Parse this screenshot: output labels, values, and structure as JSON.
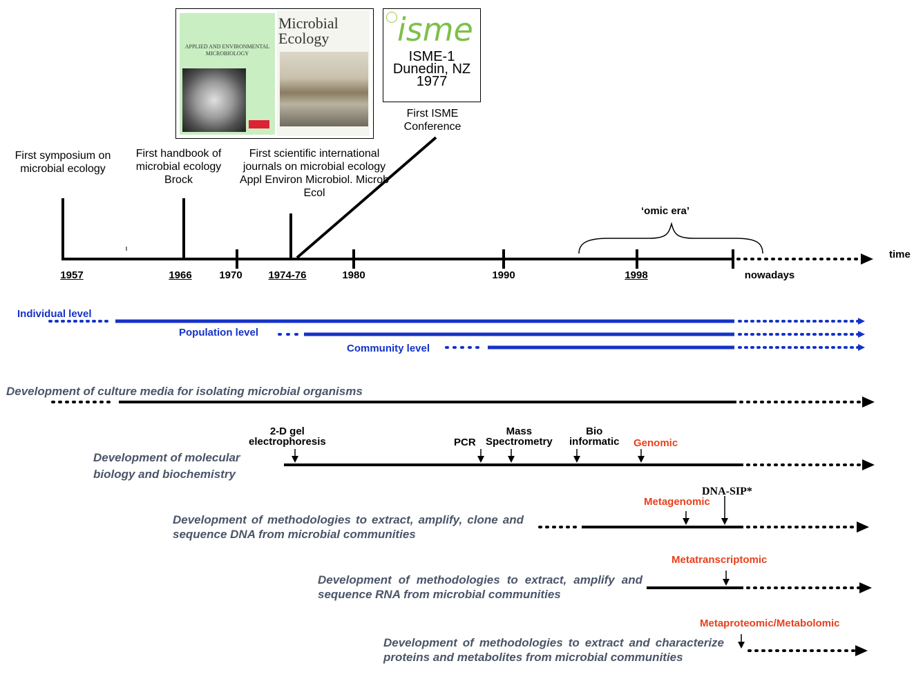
{
  "timeline": {
    "axis_label": "time",
    "ticks": [
      {
        "label": "1957",
        "underline": true
      },
      {
        "label": "1966",
        "underline": true
      },
      {
        "label": "1970",
        "underline": false
      },
      {
        "label": "1974-76",
        "underline": true
      },
      {
        "label": "1980",
        "underline": false
      },
      {
        "label": "1990",
        "underline": false
      },
      {
        "label": "1998",
        "underline": true
      },
      {
        "label": "nowadays",
        "underline": false
      }
    ],
    "omic_era": "‘omic era’"
  },
  "events": {
    "first_symposium": "First symposium on microbial ecology",
    "first_handbook": "First handbook of microbial ecology Brock",
    "first_journals": "First scientific international journals on microbial ecology Appl Environ Microbiol. Microb Ecol",
    "first_isme": "First ISME Conference"
  },
  "covers": {
    "aem_title": "APPLIED AND ENVIRONMENTAL MICROBIOLOGY",
    "me_title": "Microbial Ecology"
  },
  "isme": {
    "logo": "isme",
    "line1": "ISME-1",
    "line2": "Dunedin, NZ",
    "line3": "1977"
  },
  "levels": {
    "individual": "Individual level",
    "population": "Population level",
    "community": "Community level"
  },
  "developments": {
    "culture": "Development of culture media for isolating microbial organisms",
    "molecular_l1": "Development of molecular",
    "molecular_l2": "biology and biochemistry",
    "dna": "Development of methodologies to extract, amplify, clone and sequence DNA from microbial communities",
    "rna": "Development of methodologies to extract, amplify and sequence RNA from microbial communities",
    "protein": "Development of methodologies to extract and characterize proteins and metabolites from microbial communities"
  },
  "techniques": {
    "gel_l1": "2-D gel",
    "gel_l2": "electrophoresis",
    "pcr": "PCR",
    "mass_l1": "Mass",
    "mass_l2": "Spectrometry",
    "bio_l1": "Bio",
    "bio_l2": "informatic",
    "genomic": "Genomic",
    "metagenomic": "Metagenomic",
    "dna_sip": "DNA-SIP*",
    "metatranscriptomic": "Metatranscriptomic",
    "metaproteomic": "Metaproteomic/Metabolomic"
  },
  "colors": {
    "blue": "#1432c8",
    "red": "#e8401c",
    "gray_text": "#4a5568",
    "isme_green": "#7cc04a"
  }
}
